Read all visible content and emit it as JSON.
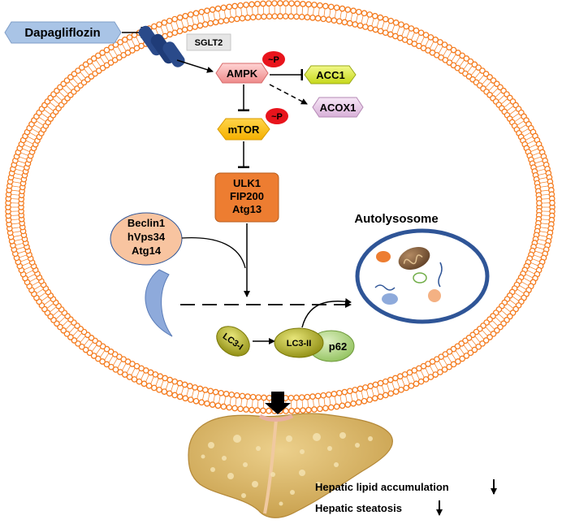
{
  "labels": {
    "dapagliflozin": "Dapagliflozin",
    "sglt2": "SGLT2",
    "ampk": "AMPK",
    "phospho_ampk": "~P",
    "acc1": "ACC1",
    "acox1": "ACOX1",
    "mtor": "mTOR",
    "phospho_mtor": "~P",
    "ulk_complex": [
      "ULK1",
      "FIP200",
      "Atg13"
    ],
    "beclin_complex": [
      "Beclin1",
      "hVps34",
      "Atg14"
    ],
    "autolysosome": "Autolysosome",
    "lc3_i": "LC3-I",
    "lc3_ii": "LC3-II",
    "p62": "p62"
  },
  "outcomes": [
    {
      "text": "Hepatic lipid accumulation",
      "direction": "down"
    },
    {
      "text": "Hepatic steatosis",
      "direction": "down"
    }
  ],
  "colors": {
    "membrane": "#f47c20",
    "dapagliflozin_fill": "#a9c4e6",
    "sglt2_fill": "#2a4a8a",
    "ampk_fill": "#f4a3a3",
    "phospho_fill": "#e8141c",
    "acc1_fill": "#d9ea2c",
    "acox1_fill": "#e8c7e8",
    "mtor_fill": "#ffc000",
    "ulk_fill": "#ed7d31",
    "beclin_fill": "#f8c4a0",
    "autolysosome_stroke": "#2f5597",
    "lc3_fill": "#c4c22a",
    "p62_fill": "#b6d98a",
    "phagophore_fill": "#8eaadb",
    "liver_fill": "#d6b46a"
  }
}
